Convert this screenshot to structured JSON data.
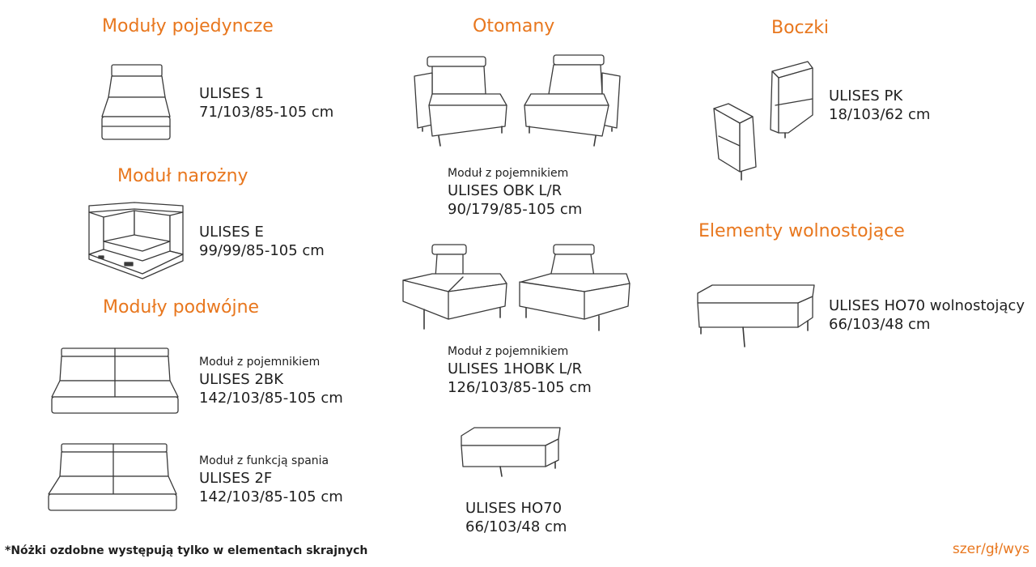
{
  "sections": {
    "single": {
      "title": "Moduły pojedyncze"
    },
    "corner": {
      "title": "Moduł narożny"
    },
    "double": {
      "title": "Moduły podwójne"
    },
    "ottoman": {
      "title": "Otomany"
    },
    "sides": {
      "title": "Boczki"
    },
    "freestanding": {
      "title": "Elementy wolnostojące"
    }
  },
  "items": {
    "ulises1": {
      "name": "ULISES 1",
      "dims": "71/103/85-105 cm"
    },
    "ulisesE": {
      "name": "ULISES E",
      "dims": "99/99/85-105 cm"
    },
    "ulises2bk": {
      "note": "Moduł z pojemnikiem",
      "name": "ULISES 2BK",
      "dims": "142/103/85-105 cm"
    },
    "ulises2f": {
      "note": "Moduł z funkcją spania",
      "name": "ULISES 2F",
      "dims": "142/103/85-105 cm"
    },
    "ulisesObk": {
      "note": "Moduł z pojemnikiem",
      "name": "ULISES OBK L/R",
      "dims": "90/179/85-105 cm"
    },
    "ulises1hobk": {
      "note": "Moduł z pojemnikiem",
      "name": "ULISES 1HOBK L/R",
      "dims": "126/103/85-105 cm"
    },
    "ulisesHo70": {
      "name": "ULISES HO70",
      "dims": "66/103/48 cm"
    },
    "ulisesPk": {
      "name": "ULISES PK",
      "dims": "18/103/62 cm"
    },
    "ulisesHo70w": {
      "name": "ULISES HO70 wolnostojący",
      "dims": "66/103/48 cm"
    }
  },
  "footnote": "*Nóżki ozdobne występują tylko w elementach skrajnych",
  "legend": "szer/gł/wys",
  "colors": {
    "accent": "#e8771e",
    "text": "#1f1f1f",
    "line": "#3a3a3a"
  }
}
